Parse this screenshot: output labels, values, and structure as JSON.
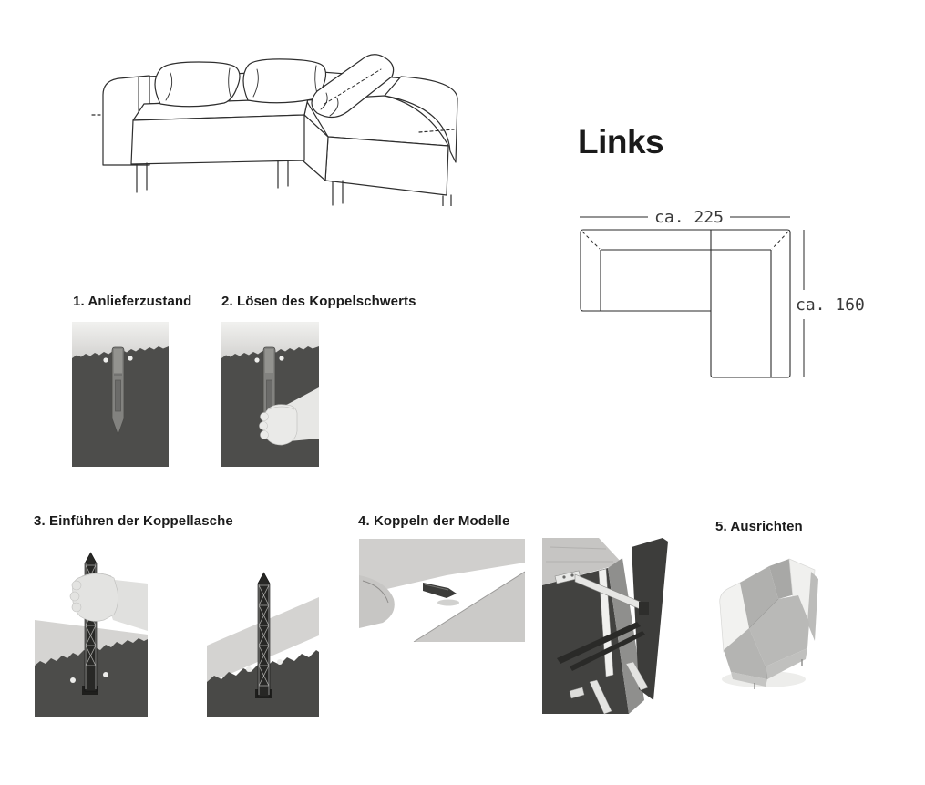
{
  "document": {
    "title": "Links",
    "dimensions": {
      "width_label": "ca. 225",
      "depth_label": "ca. 160"
    },
    "steps": [
      {
        "label": "1. Anlieferzustand"
      },
      {
        "label": "2. Lösen des Koppelschwerts"
      },
      {
        "label": "3. Einführen der Koppellasche"
      },
      {
        "label": "4. Koppeln der Modelle"
      },
      {
        "label": "5. Ausrichten"
      }
    ],
    "illustrations": {
      "sofa_sketch": "corner-sofa-line-drawing",
      "floorplan": "corner-sofa-top-view",
      "photos": [
        "koppelschwert-hanging-on-module-side",
        "hand-gripping-koppelschwert",
        "hand-inserting-koppellasche",
        "koppellasche-inserted",
        "koppelschwert-tip-between-modules",
        "coupling-hardware-between-module-sides",
        "aligned-corner-sofa"
      ]
    },
    "colors": {
      "text": "#1b1b1b",
      "line_art": "#2e2e2e",
      "panel_dark": "#4b4b49",
      "fabric_light": "#d3d2d0",
      "background": "#ffffff"
    }
  }
}
